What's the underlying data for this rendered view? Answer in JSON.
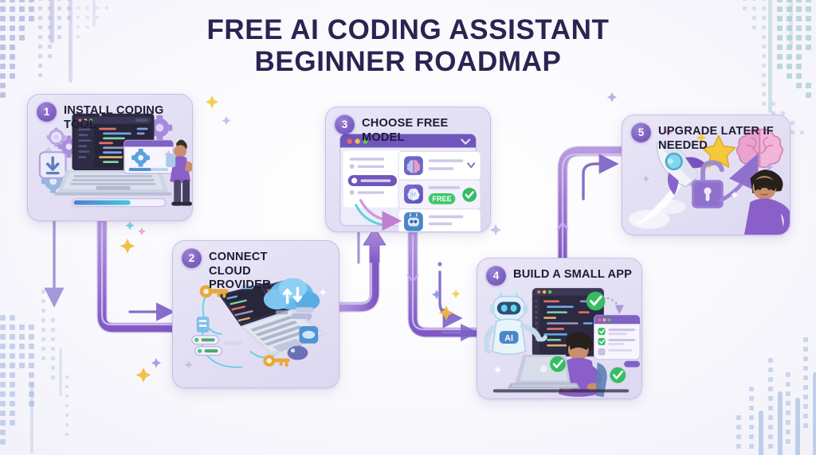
{
  "title": {
    "line1": "FREE AI CODING ASSISTANT",
    "line2": "BEGINNER ROADMAP",
    "color": "#2c2352"
  },
  "theme": {
    "accent_purple": "#8b6fc9",
    "connector_purple": "#9d7fd4",
    "connector_dark": "#7d5cc0",
    "card_bg": "#e6e2f5",
    "card_border": "#c9bfe6",
    "badge_bg": "#7f62c4",
    "free_badge_green": "#3fc76a",
    "check_green": "#35bd62",
    "title_text": "#1f1b33",
    "background": "#f5f5fb"
  },
  "steps": [
    {
      "number": "1",
      "title": "INSTALL CODING TOOL",
      "icons": [
        "laptop-icon",
        "gear-icon",
        "download-icon",
        "person-icon",
        "progress-bar-icon"
      ]
    },
    {
      "number": "2",
      "title": "CONNECT CLOUD PROVIDER",
      "icons": [
        "laptop-icon",
        "cloud-sync-icon",
        "key-icon",
        "database-icon"
      ]
    },
    {
      "number": "3",
      "title": "CHOOSE FREE MODEL",
      "icons": [
        "window-icon",
        "brain-icon",
        "robot-icon",
        "check-icon"
      ],
      "badge_label": "FREE"
    },
    {
      "number": "4",
      "title": "BUILD A SMALL APP",
      "icons": [
        "robot-icon",
        "code-window-icon",
        "person-icon",
        "check-icon"
      ],
      "robot_label": "AI"
    },
    {
      "number": "5",
      "title": "UPGRADE LATER IF NEEDED",
      "icons": [
        "rocket-icon",
        "star-icon",
        "brain-icon",
        "unlock-icon",
        "person-icon"
      ]
    }
  ]
}
